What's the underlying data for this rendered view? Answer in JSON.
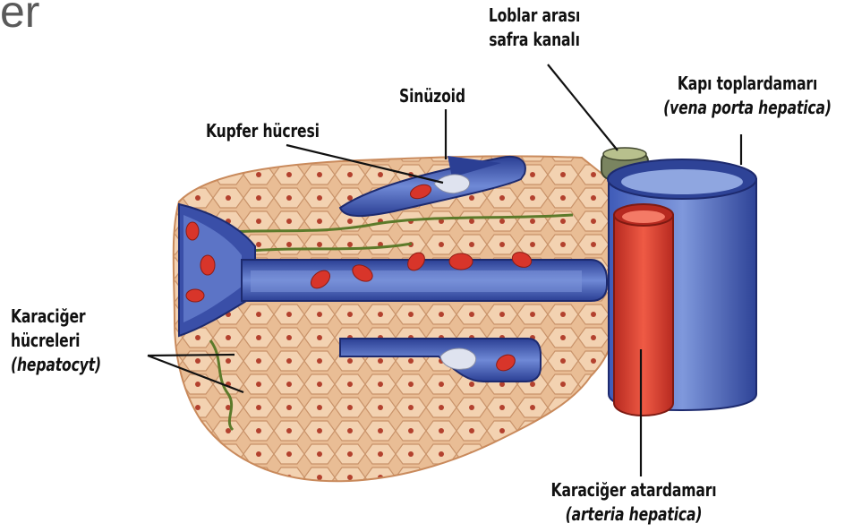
{
  "title_fragment": "er",
  "labels": {
    "lobular_bile_duct": {
      "line1": "Loblar arası",
      "line2": "safra kanalı"
    },
    "portal_vein": {
      "line1": "Kapı toplardamarı",
      "line2": "(vena porta hepatica)"
    },
    "sinusoid": {
      "line1": "Sinüzoid"
    },
    "kupffer_cell": {
      "line1": "Kupfer hücresi"
    },
    "hepatocytes": {
      "line1": "Karaciğer",
      "line2": "hücreleri",
      "line3": "(hepatocyt)"
    },
    "hepatic_artery": {
      "line1": "Karaciğer atardamarı",
      "line2": "(arteria hepatica)"
    }
  },
  "colors": {
    "tissue": "#e8b48a",
    "tissue_dark": "#c98a5c",
    "cell_nucleus": "#b3412e",
    "vein_blue": "#3a4fa8",
    "vein_light": "#8fa6e0",
    "artery_red": "#d8352a",
    "bile_green": "#5c7a2a",
    "leader_line": "#111111"
  },
  "icons": [
    "hepatocyte-cell-icon",
    "red-blood-cell-icon",
    "kupffer-cell-icon"
  ]
}
